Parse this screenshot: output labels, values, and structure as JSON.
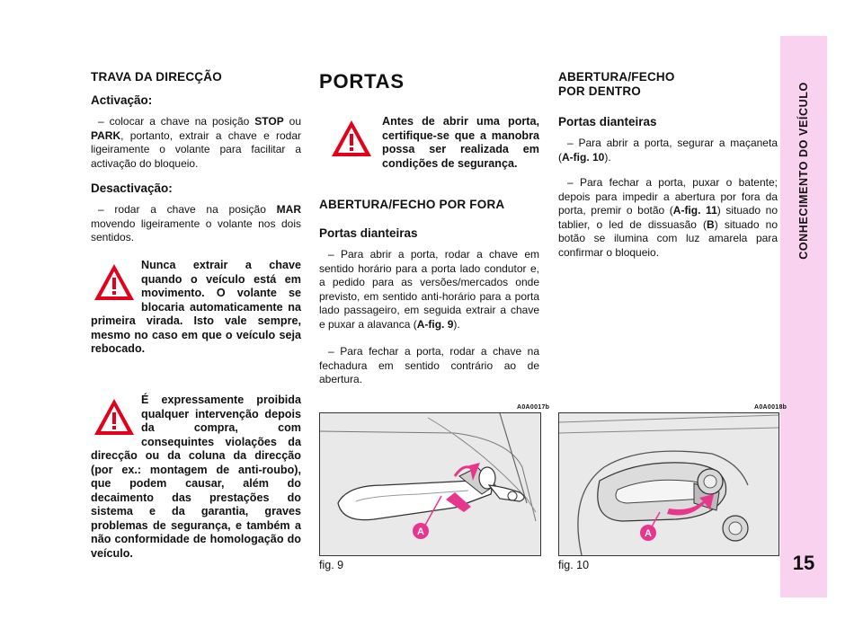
{
  "sidebar": {
    "title": "CONHECIMENTO DO VEÍCULO",
    "page_number": "15"
  },
  "col1": {
    "heading": "TRAVA DA DIRECÇÃO",
    "activation_label": "Activação:",
    "activation_text_1": "– colocar a chave na posição ",
    "activation_stop": "STOP",
    "activation_text_2": " ou ",
    "activation_park": "PARK",
    "activation_text_3": ", portanto, extrair a chave e rodar ligeiramente o volante para facilitar a activação do bloqueio.",
    "deactivation_label": "Desactivação:",
    "deactivation_text_1": "– rodar a chave na posição ",
    "deactivation_mar": "MAR",
    "deactivation_text_2": " movendo ligeiramente o volante nos dois sentidos.",
    "warning_1": "Nunca extrair a chave quando o veículo está em movimento. O volante se blocaria automaticamente na primeira virada. Isto vale sempre, mesmo no caso em que o veículo seja rebocado.",
    "warning_2": "É expressamente proibida qualquer intervenção depois da compra, com consequintes violações da direcção ou da coluna da direcção (por ex.: montagem de anti-roubo), que podem causar, além do decaimento das prestações do sistema e da garantia, graves problemas de segurança, e também a não conformidade de homologação do veículo."
  },
  "col2": {
    "title": "PORTAS",
    "warning": "Antes de abrir uma porta, certifique-se que a manobra possa ser realizada em condições de segurança.",
    "section": "ABERTURA/FECHO POR FORA",
    "subsection": "Portas dianteiras",
    "text_1a": "– Para abrir a porta, rodar a chave em sentido horário para a porta lado condutor e, a pedido para as versões/mercados onde previsto, em sentido anti-horário para a porta lado passageiro, em seguida extrair a chave e puxar a alavanca (",
    "text_1ref": "A-fig. 9",
    "text_1b": ").",
    "text_2": "– Para fechar a porta, rodar a chave na fechadura em sentido contrário ao de abertura.",
    "fig_code": "A0A0017b",
    "fig_caption": "fig. 9",
    "fig_label": "A"
  },
  "col3": {
    "section_line1": "ABERTURA/FECHO",
    "section_line2": "POR DENTRO",
    "subsection": "Portas dianteiras",
    "text_1a": "– Para abrir a porta, segurar a maçaneta (",
    "text_1ref": "A-fig. 10",
    "text_1b": ").",
    "text_2a": "– Para fechar a porta, puxar o batente; depois para impedir a abertura por fora da porta, premir o botão (",
    "text_2ref": "A-fig. 11",
    "text_2b": ") situado no tablier, o led de dissuasão (",
    "text_2ref2": "B",
    "text_2c": ") situado no botão se ilumina com luz amarela para confirmar o bloqueio.",
    "fig_code": "A0A0018b",
    "fig_caption": "fig. 10",
    "fig_label": "A"
  },
  "colors": {
    "sidebar": "#f9d2ef",
    "warning_red": "#e2001a",
    "label_pink": "#e8368f"
  }
}
